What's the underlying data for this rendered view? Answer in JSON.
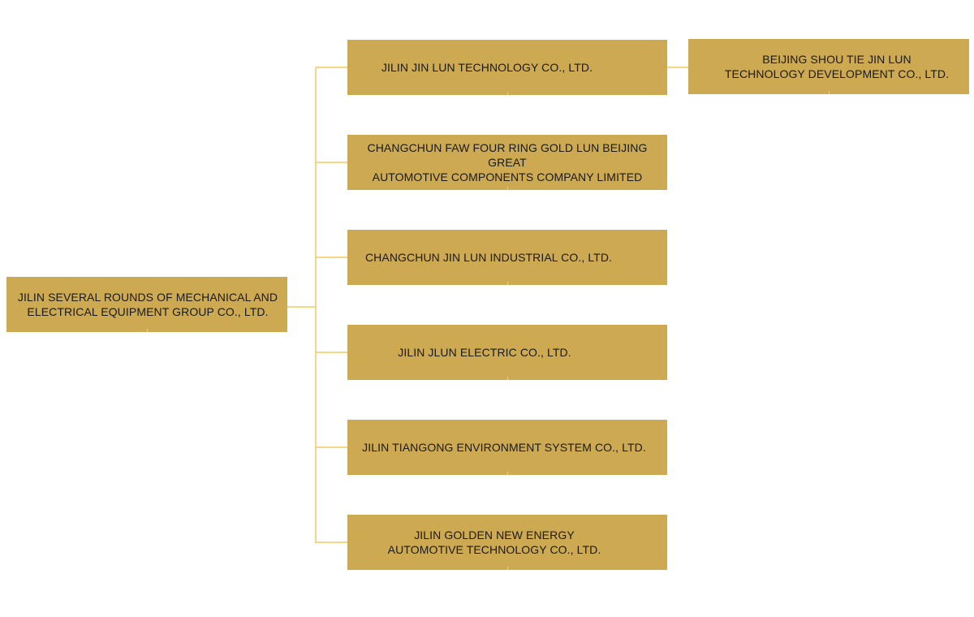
{
  "chart": {
    "line_color": "#f5c860",
    "box_color": "#cdaa52",
    "text_color": "#1a1a1a"
  },
  "root": {
    "label": "JILIN SEVERAL ROUNDS OF MECHANICAL AND\nELECTRICAL EQUIPMENT GROUP CO., LTD."
  },
  "subsidiaries": [
    {
      "label": "JILIN JIN LUN TECHNOLOGY CO., LTD."
    },
    {
      "label": "CHANGCHUN FAW FOUR RING GOLD LUN BEIJING GREAT\nAUTOMOTIVE COMPONENTS COMPANY LIMITED"
    },
    {
      "label": "CHANGCHUN JIN LUN INDUSTRIAL CO., LTD."
    },
    {
      "label": "JILIN JLUN ELECTRIC CO., LTD."
    },
    {
      "label": "JILIN TIANGONG ENVIRONMENT SYSTEM CO., LTD."
    },
    {
      "label": "JILIN GOLDEN NEW ENERGY\nAUTOMOTIVE TECHNOLOGY CO., LTD."
    }
  ],
  "sub_subsidiaries": [
    {
      "parent_index": 0,
      "label": "BEIJING SHOU TIE JIN LUN\nTECHNOLOGY DEVELOPMENT CO., LTD."
    }
  ]
}
